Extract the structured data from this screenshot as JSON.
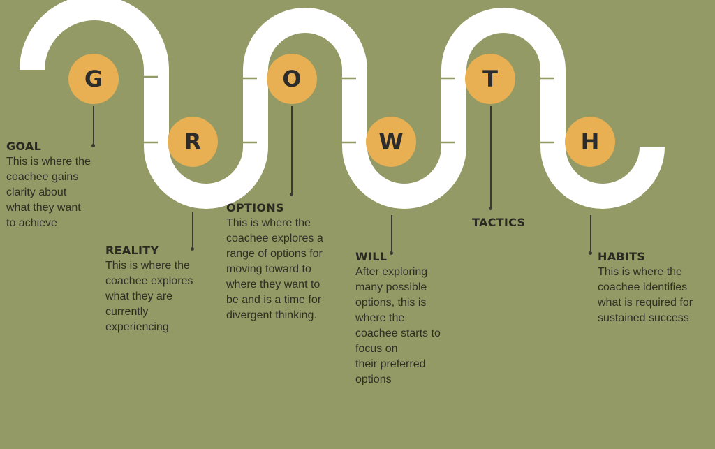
{
  "colors": {
    "background": "#939a65",
    "path": "#ffffff",
    "node": "#e8b052",
    "text": "#2b2b22"
  },
  "steps": [
    {
      "letter": "G",
      "title": "GOAL",
      "desc": "This is where the\ncoachee gains\nclarity about\nwhat they want\nto achieve"
    },
    {
      "letter": "R",
      "title": "REALITY",
      "desc": "This is where the\ncoachee explores\nwhat they are\ncurrently\nexperiencing"
    },
    {
      "letter": "O",
      "title": "OPTIONS",
      "desc": "This is where the\ncoachee explores a\nrange of options for\nmoving toward to\nwhere they want to\nbe and is a time for\ndivergent thinking."
    },
    {
      "letter": "W",
      "title": "WILL",
      "desc": "After exploring\nmany possible\noptions, this is\nwhere the\ncoachee starts to\nfocus on\ntheir preferred\noptions"
    },
    {
      "letter": "T",
      "title": "TACTICS",
      "desc": ""
    },
    {
      "letter": "H",
      "title": "HABITS",
      "desc": "This is where the\ncoachee identifies\nwhat is required for\nsustained success"
    }
  ]
}
